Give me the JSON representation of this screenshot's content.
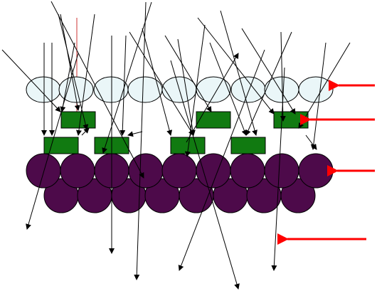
{
  "diagram": {
    "description_text": "",
    "colors": {
      "background": "#ffffff",
      "upper_ellipse_fill": "#eaf6f8",
      "green_block_fill": "#117a11",
      "purple_sphere_fill": "#4d0a4a",
      "outline": "#000000",
      "red_indicator": "#ff0000",
      "thin_red_line": "#cc3333"
    },
    "layers": [
      {
        "name": "ellipse-row",
        "count": 9
      },
      {
        "name": "green-block-upper-row",
        "count": 3
      },
      {
        "name": "green-block-lower-row",
        "count": 4
      },
      {
        "name": "purple-sphere-top-row",
        "count": 9
      },
      {
        "name": "purple-sphere-bottom-row",
        "count": 8
      }
    ],
    "red_arrow_count": 4
  }
}
